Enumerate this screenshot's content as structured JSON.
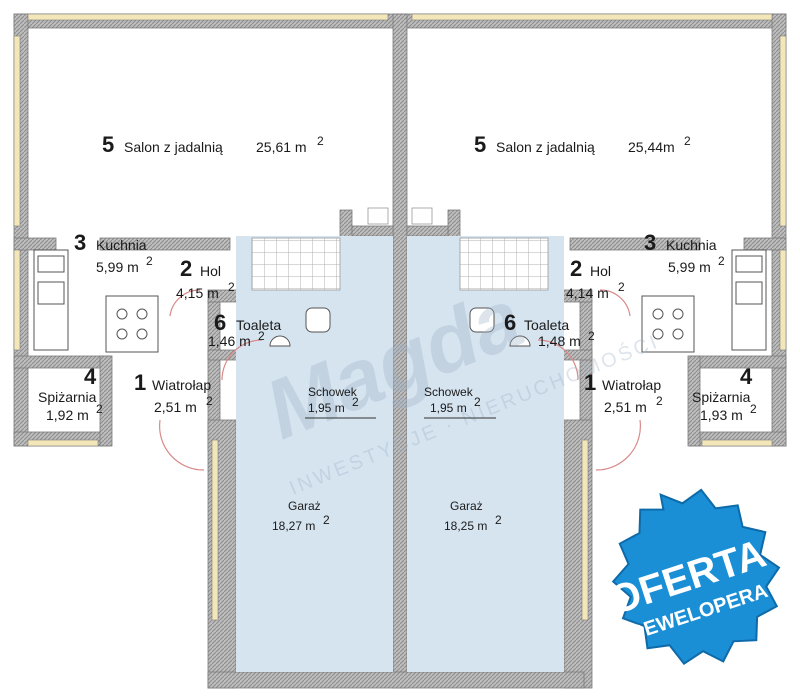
{
  "units": {
    "left": [
      {
        "id": "salon",
        "num": "5",
        "name": "Salon z  jadalnią",
        "area": "25,61 m",
        "sup": "2"
      },
      {
        "id": "kuchnia",
        "num": "3",
        "name": "Kuchnia",
        "area": "5,99 m",
        "sup": "2"
      },
      {
        "id": "hol",
        "num": "2",
        "name": "Hol",
        "area": "4,15 m",
        "sup": "2"
      },
      {
        "id": "toaleta",
        "num": "6",
        "name": "Toaleta",
        "area": "1,46 m",
        "sup": "2"
      },
      {
        "id": "spizarnia",
        "num": "4",
        "name": "Spiżarnia",
        "area": "1,92 m",
        "sup": "2"
      },
      {
        "id": "wiatrolap",
        "num": "1",
        "name": "Wiatrołap",
        "area": "2,51 m",
        "sup": "2"
      },
      {
        "id": "schowek",
        "num": "",
        "name": "Schowek",
        "area": "1,95 m",
        "sup": "2"
      },
      {
        "id": "garaz",
        "num": "",
        "name": "Garaż",
        "area": "18,27 m",
        "sup": "2"
      }
    ],
    "right": [
      {
        "id": "salon",
        "num": "5",
        "name": "Salon z  jadalnią",
        "area": "25,44m",
        "sup": "2"
      },
      {
        "id": "kuchnia",
        "num": "3",
        "name": "Kuchnia",
        "area": "5,99 m",
        "sup": "2"
      },
      {
        "id": "hol",
        "num": "2",
        "name": "Hol",
        "area": "4,14 m",
        "sup": "2"
      },
      {
        "id": "toaleta",
        "num": "6",
        "name": "Toaleta",
        "area": "1,48 m",
        "sup": "2"
      },
      {
        "id": "spizarnia",
        "num": "4",
        "name": "Spiżarnia",
        "area": "1,93 m",
        "sup": "2"
      },
      {
        "id": "wiatrolap",
        "num": "1",
        "name": "Wiatrołap",
        "area": "2,51 m",
        "sup": "2"
      },
      {
        "id": "schowek",
        "num": "",
        "name": "Schowek",
        "area": "1,95 m",
        "sup": "2"
      },
      {
        "id": "garaz",
        "num": "",
        "name": "Garaż",
        "area": "18,25 m",
        "sup": "2"
      }
    ]
  },
  "badge": {
    "line1": "OFERTA",
    "line2": "DEWELOPERA",
    "color": "#1a8fd6"
  },
  "watermark": {
    "brand": "Magda",
    "sub": "INWESTYCJE · NIERUCHOMOŚCI"
  },
  "colors": {
    "wall": "#8a8a8a",
    "hatch": "#c9c9c9",
    "garage": "#d6e4f0",
    "window": "#f3e6b8",
    "door": "#d98a8a"
  }
}
